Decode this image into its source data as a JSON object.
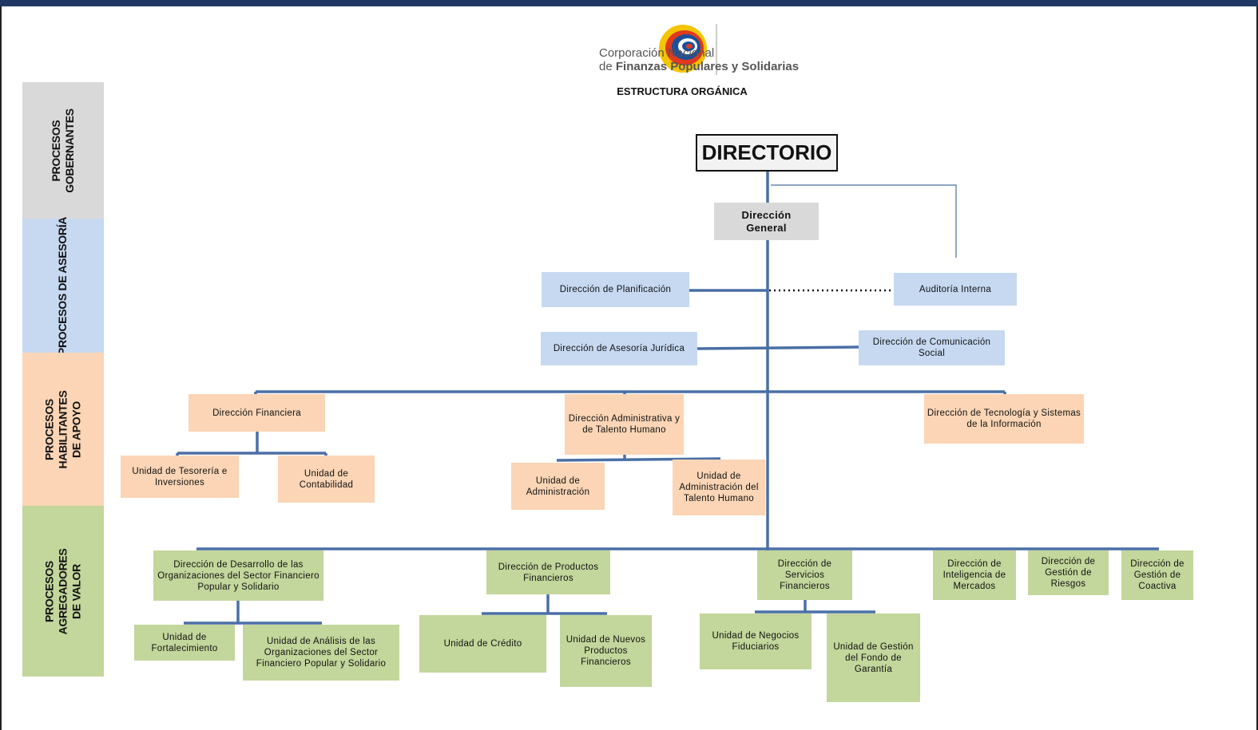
{
  "header": {
    "org_name_line1": "Corporación Nacional",
    "org_name_line2_prefix": "de ",
    "org_name_line2_bold": "Finanzas Populares y Solidarias",
    "subtitle": "ESTRUCTURA ORGÁNICA"
  },
  "bands": [
    {
      "label": "PROCESOS GOBERNANTES",
      "color": "#d9d9d9"
    },
    {
      "label": "PROCESOS DE ASESORÍA",
      "color": "#c6d9f1"
    },
    {
      "label": "PROCESOS HABILITANTES DE APOYO",
      "color": "#fbd5b5"
    },
    {
      "label": "PROCESOS AGREGADORES DE VALOR",
      "color": "#c3d69b"
    }
  ],
  "nodes": {
    "directorio": "DIRECTORIO",
    "direccion_general": "Dirección General",
    "planificacion": "Dirección de Planificación",
    "auditoria": "Auditoría Interna",
    "juridica": "Dirección de Asesoría Jurídica",
    "comunicacion": "Dirección de Comunicación Social",
    "financiera": "Dirección Financiera",
    "administrativa": "Dirección Administrativa y de Talento Humano",
    "tecnologia": "Dirección de Tecnología y Sistemas de la Información",
    "tesoreria": "Unidad de Tesorería e Inversiones",
    "contabilidad": "Unidad de Contabilidad",
    "u_administracion": "Unidad de Administración",
    "u_talento": "Unidad de Administración del Talento Humano",
    "desarrollo": "Dirección de Desarrollo de las Organizaciones del Sector Financiero Popular y Solidario",
    "productos": "Dirección de Productos Financieros",
    "servicios": "Dirección de Servicios Financieros",
    "inteligencia": "Dirección de Inteligencia de Mercados",
    "riesgos": "Dirección de Gestión de Riesgos",
    "coactiva": "Dirección de Gestión de Coactiva",
    "fortalecimiento": "Unidad de Fortalecimiento",
    "analisis": "Unidad de Análisis de las Organizaciones del Sector Financiero Popular y Solidario",
    "credito": "Unidad de Crédito",
    "nuevos": "Unidad de Nuevos Productos Financieros",
    "negocios": "Unidad de Negocios Fiduciarios",
    "fondo": "Unidad de Gestión del Fondo de Garantía"
  },
  "colors": {
    "line": "#4a6fa5",
    "asesoria": "#c6d9f1",
    "apoyo": "#fbd5b5",
    "valor": "#c3d69b",
    "gobernante": "#d9d9d9",
    "header_bar": "#1f3864"
  }
}
